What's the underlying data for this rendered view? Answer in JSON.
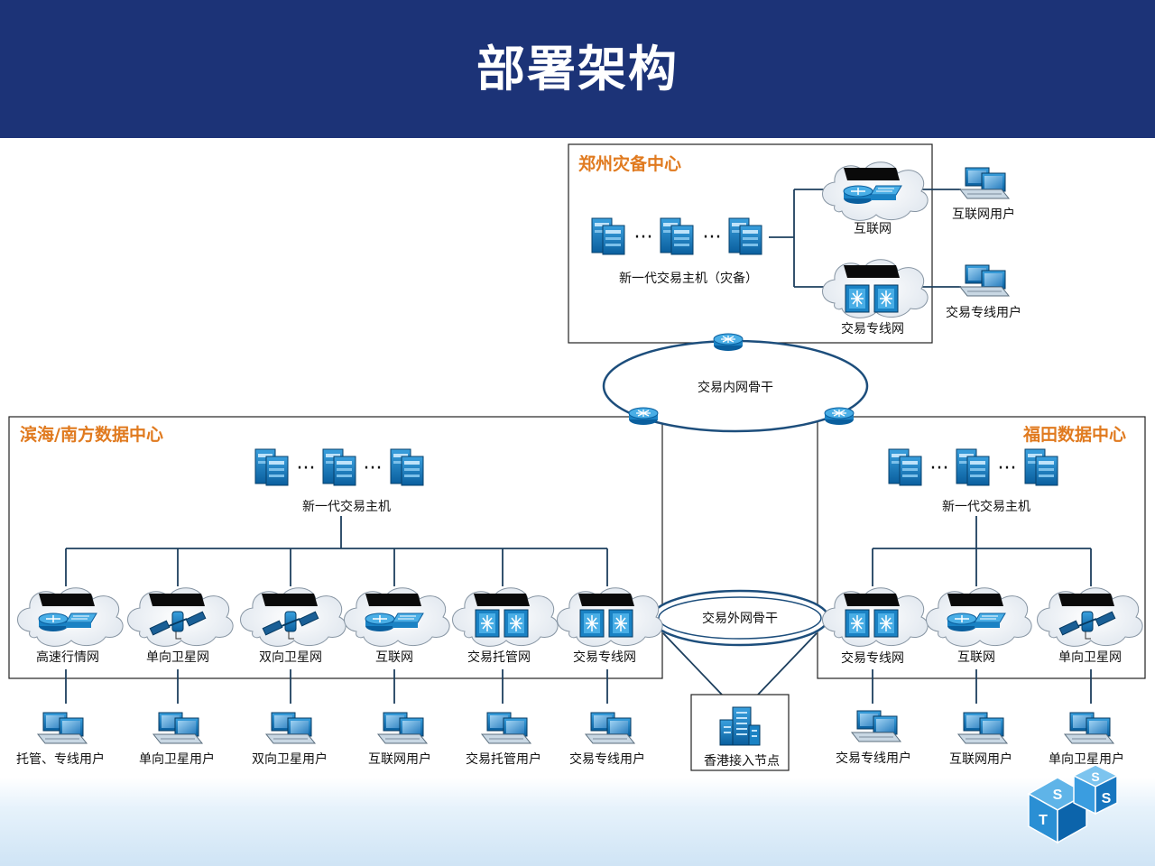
{
  "title": "部署架构",
  "colors": {
    "header": "#1c3377",
    "region_label": "#e07a1f",
    "device_blue": "#0a73b8",
    "ring": "#1d4e7c"
  },
  "regions": {
    "zhengzhou": "郑州灾备中心",
    "binhai": "滨海/南方数据中心",
    "futian": "福田数据中心"
  },
  "hosts": {
    "zhengzhou": "新一代交易主机（灾备）",
    "binhai": "新一代交易主机",
    "futian": "新一代交易主机"
  },
  "backbones": {
    "inner": "交易内网骨干",
    "outer": "交易外网骨干"
  },
  "hk_node": "香港接入节点",
  "zhengzhou_networks": [
    {
      "label": "互联网",
      "icon": "router-switch"
    },
    {
      "label": "交易专线网",
      "icon": "multilayer-switch"
    }
  ],
  "zhengzhou_users": [
    "互联网用户",
    "交易专线用户"
  ],
  "binhai_networks": [
    {
      "label": "高速行情网",
      "icon": "router-switch"
    },
    {
      "label": "单向卫星网",
      "icon": "satellite"
    },
    {
      "label": "双向卫星网",
      "icon": "satellite"
    },
    {
      "label": "互联网",
      "icon": "router-switch"
    },
    {
      "label": "交易托管网",
      "icon": "multilayer-switch"
    },
    {
      "label": "交易专线网",
      "icon": "multilayer-switch"
    }
  ],
  "binhai_users": [
    "托管、专线用户",
    "单向卫星用户",
    "双向卫星用户",
    "互联网用户",
    "交易托管用户",
    "交易专线用户"
  ],
  "futian_networks": [
    {
      "label": "交易专线网",
      "icon": "multilayer-switch"
    },
    {
      "label": "互联网",
      "icon": "router-switch"
    },
    {
      "label": "单向卫星网",
      "icon": "satellite"
    }
  ],
  "futian_users": [
    "交易专线用户",
    "互联网用户",
    "单向卫星用户"
  ],
  "logo": {
    "letters": [
      "S",
      "S",
      "T",
      "S"
    ]
  }
}
